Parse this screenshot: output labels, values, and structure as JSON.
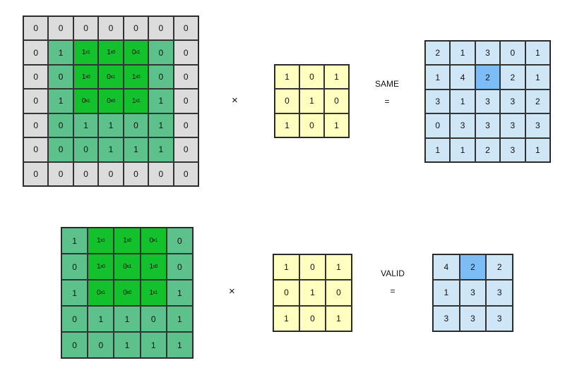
{
  "same": {
    "label": "SAME",
    "equals": "=",
    "times": "×",
    "input": [
      [
        {
          "v": "0",
          "c": "gray"
        },
        {
          "v": "0",
          "c": "gray"
        },
        {
          "v": "0",
          "c": "gray"
        },
        {
          "v": "0",
          "c": "gray"
        },
        {
          "v": "0",
          "c": "gray"
        },
        {
          "v": "0",
          "c": "gray"
        },
        {
          "v": "0",
          "c": "gray"
        }
      ],
      [
        {
          "v": "0",
          "c": "gray"
        },
        {
          "v": "1",
          "c": "lgreen"
        },
        {
          "v": "1",
          "k": "x1",
          "c": "dgreen"
        },
        {
          "v": "1",
          "k": "x0",
          "c": "dgreen"
        },
        {
          "v": "0",
          "k": "x1",
          "c": "dgreen"
        },
        {
          "v": "0",
          "c": "lgreen"
        },
        {
          "v": "0",
          "c": "gray"
        }
      ],
      [
        {
          "v": "0",
          "c": "gray"
        },
        {
          "v": "0",
          "c": "lgreen"
        },
        {
          "v": "1",
          "k": "x0",
          "c": "dgreen"
        },
        {
          "v": "0",
          "k": "x1",
          "c": "dgreen"
        },
        {
          "v": "1",
          "k": "x0",
          "c": "dgreen"
        },
        {
          "v": "0",
          "c": "lgreen"
        },
        {
          "v": "0",
          "c": "gray"
        }
      ],
      [
        {
          "v": "0",
          "c": "gray"
        },
        {
          "v": "1",
          "c": "lgreen"
        },
        {
          "v": "0",
          "k": "x1",
          "c": "dgreen"
        },
        {
          "v": "0",
          "k": "x0",
          "c": "dgreen"
        },
        {
          "v": "1",
          "k": "x1",
          "c": "dgreen"
        },
        {
          "v": "1",
          "c": "lgreen"
        },
        {
          "v": "0",
          "c": "gray"
        }
      ],
      [
        {
          "v": "0",
          "c": "gray"
        },
        {
          "v": "0",
          "c": "lgreen"
        },
        {
          "v": "1",
          "c": "lgreen"
        },
        {
          "v": "1",
          "c": "lgreen"
        },
        {
          "v": "0",
          "c": "lgreen"
        },
        {
          "v": "1",
          "c": "lgreen"
        },
        {
          "v": "0",
          "c": "gray"
        }
      ],
      [
        {
          "v": "0",
          "c": "gray"
        },
        {
          "v": "0",
          "c": "lgreen"
        },
        {
          "v": "0",
          "c": "lgreen"
        },
        {
          "v": "1",
          "c": "lgreen"
        },
        {
          "v": "1",
          "c": "lgreen"
        },
        {
          "v": "1",
          "c": "lgreen"
        },
        {
          "v": "0",
          "c": "gray"
        }
      ],
      [
        {
          "v": "0",
          "c": "gray"
        },
        {
          "v": "0",
          "c": "gray"
        },
        {
          "v": "0",
          "c": "gray"
        },
        {
          "v": "0",
          "c": "gray"
        },
        {
          "v": "0",
          "c": "gray"
        },
        {
          "v": "0",
          "c": "gray"
        },
        {
          "v": "0",
          "c": "gray"
        }
      ]
    ],
    "kernel": [
      [
        {
          "v": "1",
          "c": "yellow"
        },
        {
          "v": "0",
          "c": "yellow"
        },
        {
          "v": "1",
          "c": "yellow"
        }
      ],
      [
        {
          "v": "0",
          "c": "yellow"
        },
        {
          "v": "1",
          "c": "yellow"
        },
        {
          "v": "0",
          "c": "yellow"
        }
      ],
      [
        {
          "v": "1",
          "c": "yellow"
        },
        {
          "v": "0",
          "c": "yellow"
        },
        {
          "v": "1",
          "c": "yellow"
        }
      ]
    ],
    "output": [
      [
        {
          "v": "2",
          "c": "blue"
        },
        {
          "v": "1",
          "c": "blue"
        },
        {
          "v": "3",
          "c": "blue"
        },
        {
          "v": "0",
          "c": "blue"
        },
        {
          "v": "1",
          "c": "blue"
        }
      ],
      [
        {
          "v": "1",
          "c": "blue"
        },
        {
          "v": "4",
          "c": "blue"
        },
        {
          "v": "2",
          "c": "blue-hl"
        },
        {
          "v": "2",
          "c": "blue"
        },
        {
          "v": "1",
          "c": "blue"
        }
      ],
      [
        {
          "v": "3",
          "c": "blue"
        },
        {
          "v": "1",
          "c": "blue"
        },
        {
          "v": "3",
          "c": "blue"
        },
        {
          "v": "3",
          "c": "blue"
        },
        {
          "v": "2",
          "c": "blue"
        }
      ],
      [
        {
          "v": "0",
          "c": "blue"
        },
        {
          "v": "3",
          "c": "blue"
        },
        {
          "v": "3",
          "c": "blue"
        },
        {
          "v": "3",
          "c": "blue"
        },
        {
          "v": "3",
          "c": "blue"
        }
      ],
      [
        {
          "v": "1",
          "c": "blue"
        },
        {
          "v": "1",
          "c": "blue"
        },
        {
          "v": "2",
          "c": "blue"
        },
        {
          "v": "3",
          "c": "blue"
        },
        {
          "v": "1",
          "c": "blue"
        }
      ]
    ]
  },
  "valid": {
    "label": "VALID",
    "equals": "=",
    "times": "×",
    "input": [
      [
        {
          "v": "1",
          "c": "lgreen"
        },
        {
          "v": "1",
          "k": "x1",
          "c": "dgreen"
        },
        {
          "v": "1",
          "k": "x0",
          "c": "dgreen"
        },
        {
          "v": "0",
          "k": "x1",
          "c": "dgreen"
        },
        {
          "v": "0",
          "c": "lgreen"
        }
      ],
      [
        {
          "v": "0",
          "c": "lgreen"
        },
        {
          "v": "1",
          "k": "x0",
          "c": "dgreen"
        },
        {
          "v": "0",
          "k": "x1",
          "c": "dgreen"
        },
        {
          "v": "1",
          "k": "x0",
          "c": "dgreen"
        },
        {
          "v": "0",
          "c": "lgreen"
        }
      ],
      [
        {
          "v": "1",
          "c": "lgreen"
        },
        {
          "v": "0",
          "k": "x1",
          "c": "dgreen"
        },
        {
          "v": "0",
          "k": "x0",
          "c": "dgreen"
        },
        {
          "v": "1",
          "k": "x1",
          "c": "dgreen"
        },
        {
          "v": "1",
          "c": "lgreen"
        }
      ],
      [
        {
          "v": "0",
          "c": "lgreen"
        },
        {
          "v": "1",
          "c": "lgreen"
        },
        {
          "v": "1",
          "c": "lgreen"
        },
        {
          "v": "0",
          "c": "lgreen"
        },
        {
          "v": "1",
          "c": "lgreen"
        }
      ],
      [
        {
          "v": "0",
          "c": "lgreen"
        },
        {
          "v": "0",
          "c": "lgreen"
        },
        {
          "v": "1",
          "c": "lgreen"
        },
        {
          "v": "1",
          "c": "lgreen"
        },
        {
          "v": "1",
          "c": "lgreen"
        }
      ]
    ],
    "kernel": [
      [
        {
          "v": "1",
          "c": "yellow"
        },
        {
          "v": "0",
          "c": "yellow"
        },
        {
          "v": "1",
          "c": "yellow"
        }
      ],
      [
        {
          "v": "0",
          "c": "yellow"
        },
        {
          "v": "1",
          "c": "yellow"
        },
        {
          "v": "0",
          "c": "yellow"
        }
      ],
      [
        {
          "v": "1",
          "c": "yellow"
        },
        {
          "v": "0",
          "c": "yellow"
        },
        {
          "v": "1",
          "c": "yellow"
        }
      ]
    ],
    "output": [
      [
        {
          "v": "4",
          "c": "blue"
        },
        {
          "v": "2",
          "c": "blue-hl"
        },
        {
          "v": "2",
          "c": "blue"
        }
      ],
      [
        {
          "v": "1",
          "c": "blue"
        },
        {
          "v": "3",
          "c": "blue"
        },
        {
          "v": "3",
          "c": "blue"
        }
      ],
      [
        {
          "v": "3",
          "c": "blue"
        },
        {
          "v": "3",
          "c": "blue"
        },
        {
          "v": "3",
          "c": "blue"
        }
      ]
    ]
  }
}
